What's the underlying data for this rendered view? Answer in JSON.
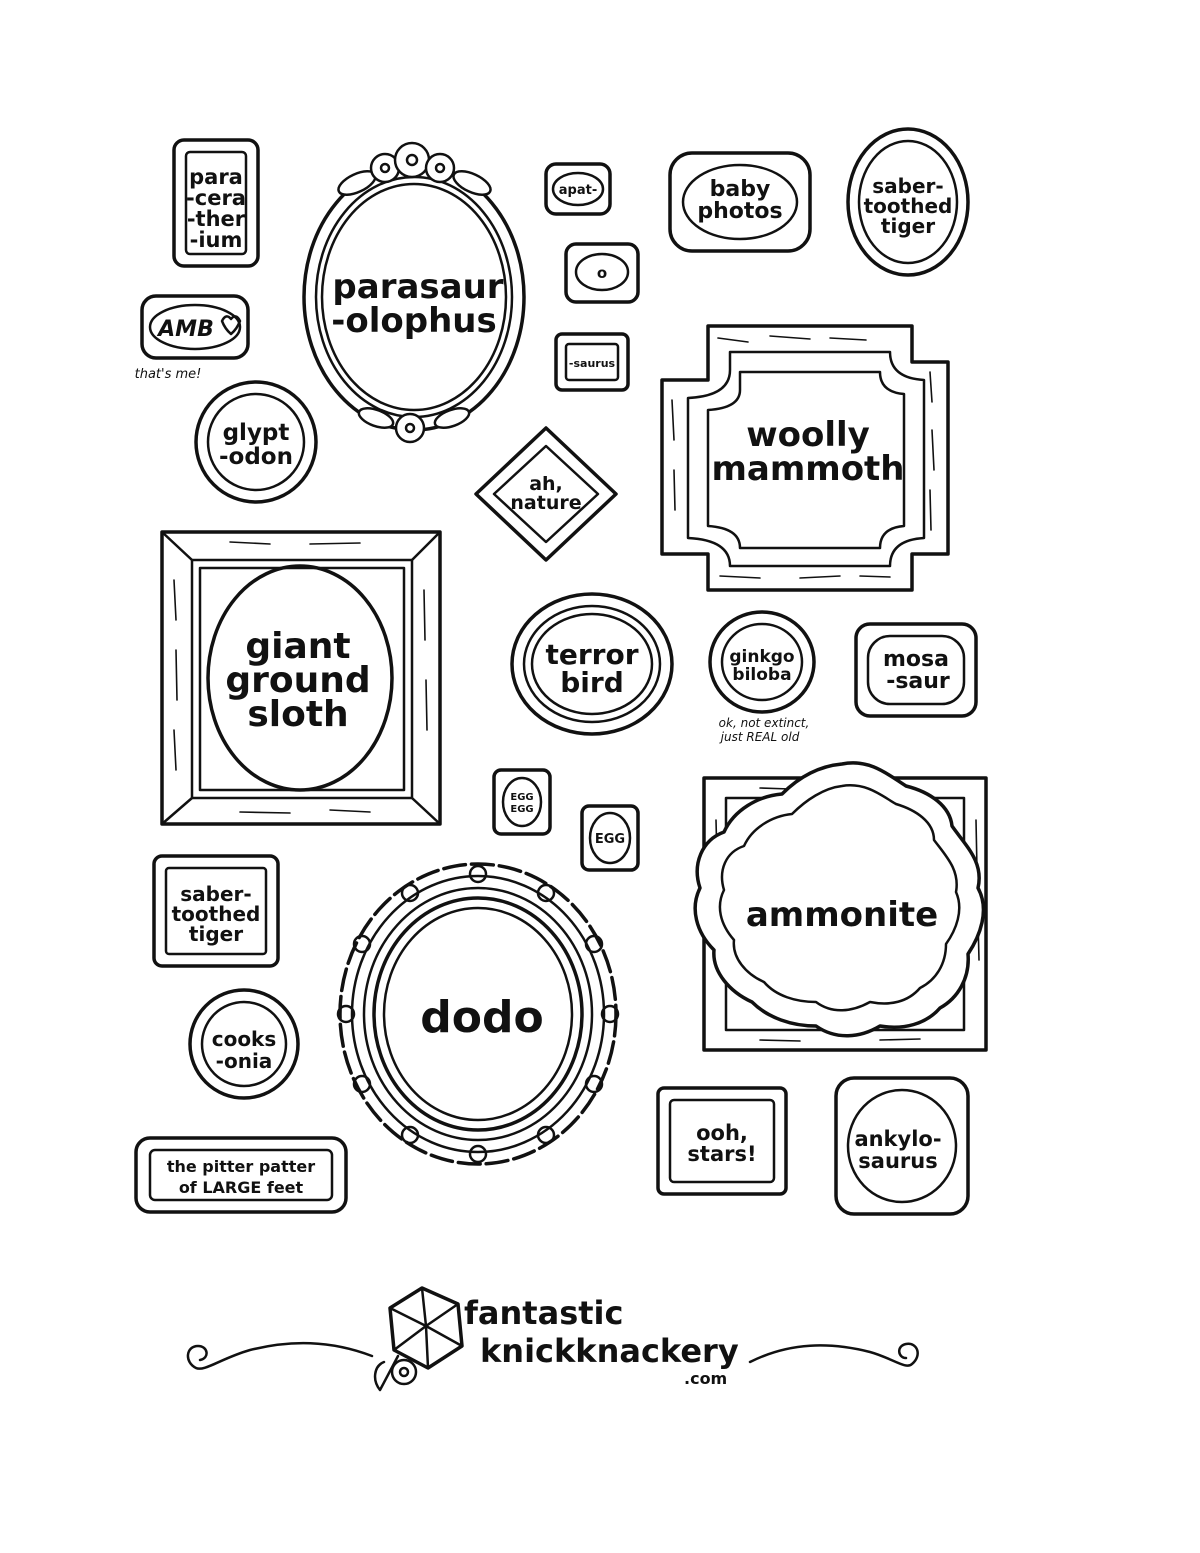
{
  "labels": {
    "paraceratherium": [
      "para",
      "-cera",
      "-ther",
      "-ium"
    ],
    "parasaurolophus": [
      "parasaur",
      "-olophus"
    ],
    "apat": "apat-",
    "o": "o",
    "saurus": "-saurus",
    "baby_photos": [
      "baby",
      "photos"
    ],
    "saber_top": [
      "saber-",
      "toothed",
      "tiger"
    ],
    "amb": "AMB",
    "amb_note": "that's me!",
    "glyptodon": [
      "glypt",
      "-odon"
    ],
    "ah_nature": [
      "ah,",
      "nature"
    ],
    "woolly_mammoth": [
      "woolly",
      "mammoth"
    ],
    "giant_ground_sloth": [
      "giant",
      "ground",
      "sloth"
    ],
    "terror_bird": [
      "terror",
      "bird"
    ],
    "ginkgo_biloba": [
      "ginkgo",
      "biloba"
    ],
    "ginkgo_note": [
      "ok, not extinct,",
      "just REAL old"
    ],
    "mosasaur": [
      "mosa",
      "-saur"
    ],
    "egg_egg": [
      "EGG",
      "EGG"
    ],
    "egg": "EGG",
    "saber_bottom": [
      "saber-",
      "toothed",
      "tiger"
    ],
    "dodo": "dodo",
    "ammonite": "ammonite",
    "cooksonia": [
      "cooks",
      "-onia"
    ],
    "pitter_patter": [
      "the pitter patter",
      "of LARGE feet"
    ],
    "ooh_stars": [
      "ooh,",
      "stars!"
    ],
    "ankylosaurus": [
      "ankylo-",
      "saurus"
    ]
  },
  "brand": {
    "line1": "fantastic",
    "line2": "knickknackery",
    "line3": ".com",
    "icon": "d20-dice-with-flower-icon"
  }
}
